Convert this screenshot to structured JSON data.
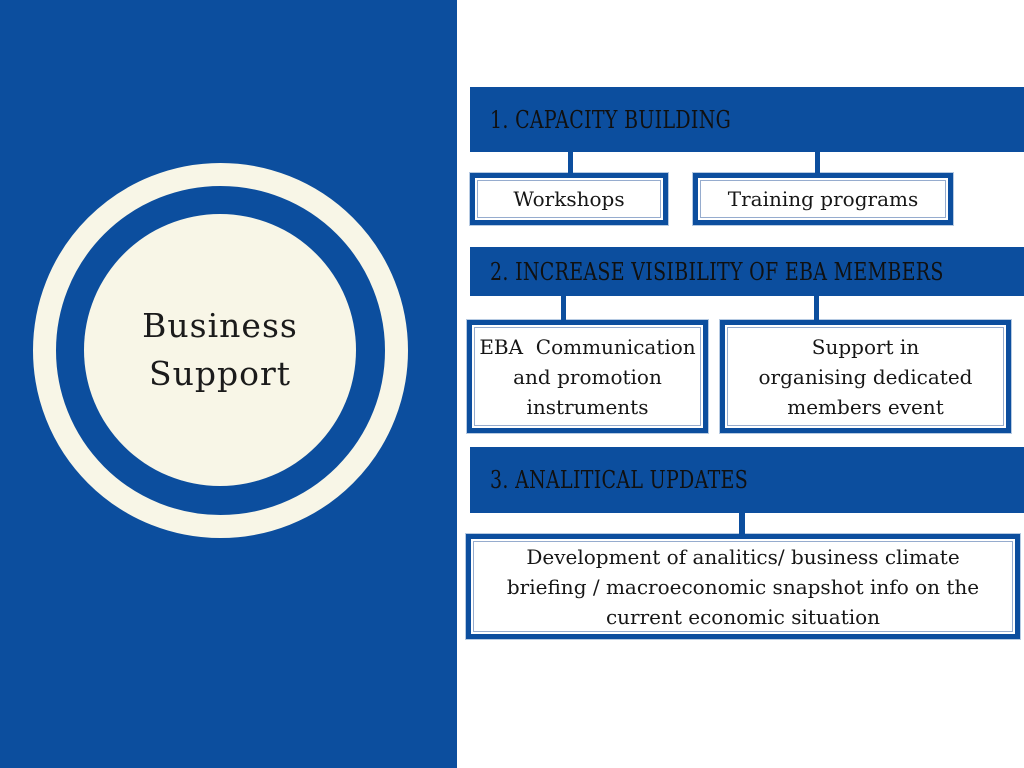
{
  "colors": {
    "brand_blue": "#0C4E9E",
    "cream": "#F8F6E7",
    "text": "#1A1A1A"
  },
  "left_panel": {
    "title_line1": "Business",
    "title_line2": "Support"
  },
  "sections": [
    {
      "header": "1. CAPACITY BUILDING",
      "boxes": [
        {
          "text": "Workshops"
        },
        {
          "text": "Training programs"
        }
      ]
    },
    {
      "header": "2. INCREASE VISIBILITY OF EBA MEMBERS",
      "boxes": [
        {
          "text": "EBA  Communication\nand promotion\ninstruments"
        },
        {
          "text": "Support in\norganising dedicated\nmembers event"
        }
      ]
    },
    {
      "header": "3. ANALITICAL UPDATES",
      "boxes": [
        {
          "text": "Development of analitics/ business climate\nbriefing / macroeconomic snapshot info on the\ncurrent economic situation"
        }
      ]
    }
  ]
}
